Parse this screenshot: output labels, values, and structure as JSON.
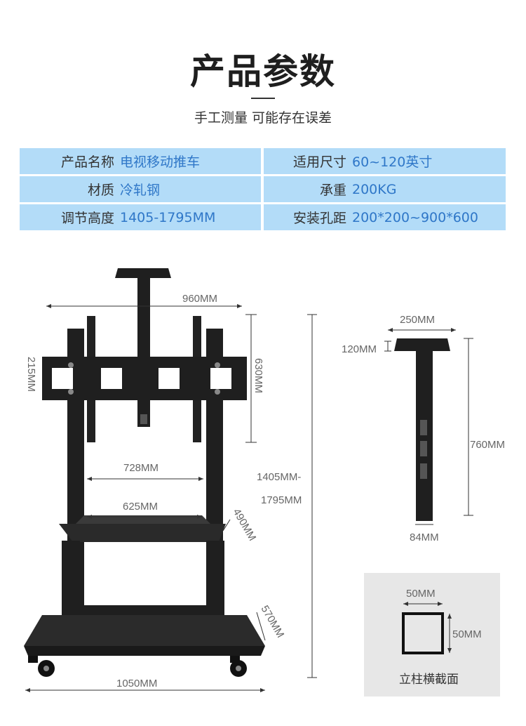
{
  "header": {
    "title": "产品参数",
    "subtitle": "手工测量 可能存在误差"
  },
  "specs": [
    [
      {
        "label": "产品名称",
        "value": "电视移动推车"
      },
      {
        "label": "适用尺寸",
        "value": "60~120英寸"
      }
    ],
    [
      {
        "label": "材质",
        "value": "冷轧钢"
      },
      {
        "label": "承重",
        "value": "200KG"
      }
    ],
    [
      {
        "label": "调节高度",
        "value": "1405-1795MM"
      },
      {
        "label": "安装孔距",
        "value": "200*200~900*600"
      }
    ]
  ],
  "dimensions": {
    "width_960": "960MM",
    "height_630": "630MM",
    "height_215": "215MM",
    "width_728": "728MM",
    "width_625": "625MM",
    "depth_490": "490MM",
    "height_range_1": "1405MM-",
    "height_range_2": "1795MM",
    "depth_570": "570MM",
    "width_1050": "1050MM",
    "shelf_width_250": "250MM",
    "shelf_height_120": "120MM",
    "shelf_height_760": "760MM",
    "shelf_width_84": "84MM"
  },
  "cross_section": {
    "width": "50MM",
    "height": "50MM",
    "caption": "立柱横截面"
  },
  "colors": {
    "table_bg": "#b3dcf8",
    "value_text": "#2f77c8",
    "product": "#1f1f1f"
  }
}
